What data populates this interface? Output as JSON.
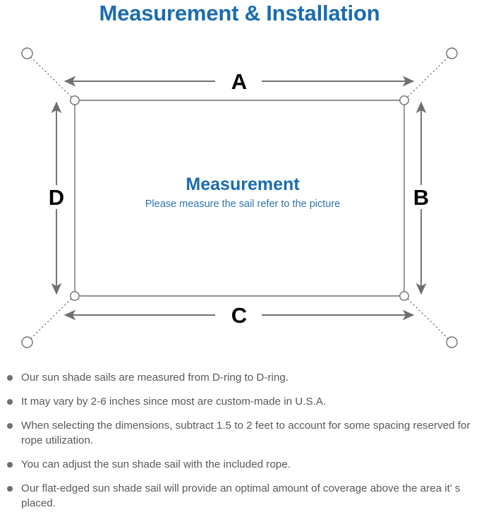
{
  "page": {
    "title": "Measurement & Installation",
    "title_color": "#1a6cb0",
    "background": "#ffffff"
  },
  "diagram": {
    "name": "shade-sail-measurement-diagram",
    "center": {
      "heading": "Measurement",
      "subheading": "Please measure the sail refer to the picture",
      "heading_color": "#1a6cb0",
      "subheading_color": "#2f74ab"
    },
    "dimension_labels": {
      "top": "A",
      "right": "B",
      "bottom": "C",
      "left": "D"
    },
    "sail": {
      "shape": "rounded-rectangle",
      "stroke_color": "#6f6f71",
      "fill": "#ffffff"
    },
    "d_rings": {
      "count": 4,
      "label": "D-ring",
      "stroke_color": "#6f6f71"
    },
    "anchor_points": {
      "count": 4,
      "label": "anchor-point",
      "stroke_color": "#6f6f71"
    },
    "ropes": {
      "count": 4,
      "style": "dotted",
      "stroke_color": "#6f6f71"
    },
    "arrow_color": "#6f6f71"
  },
  "notes": [
    "Our sun shade sails are measured from D-ring to D-ring.",
    "It may vary by 2-6 inches since most are custom-made in U.S.A.",
    "When selecting the dimensions, subtract 1.5 to 2 feet to account for some spacing reserved for rope utilization.",
    "You can adjust the sun shade sail with the included rope.",
    "Our flat-edged sun shade sail will provide an optimal amount of coverage above the area it’ s placed."
  ],
  "bullet_color": "#6e6e70",
  "note_text_color": "#58585a"
}
